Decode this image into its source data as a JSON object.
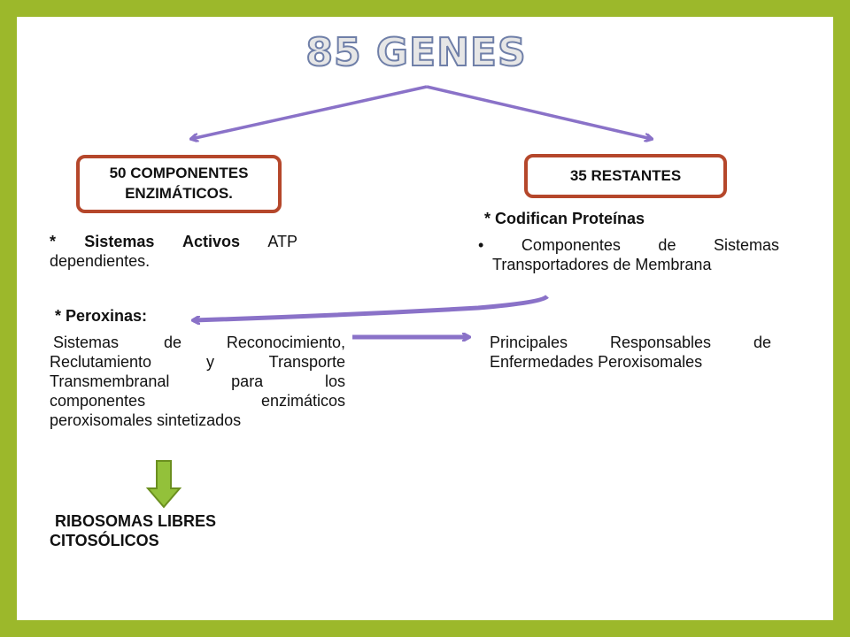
{
  "title": "85 GENES",
  "left_box": {
    "line1": "50 COMPONENTES",
    "line2": "ENZIMÁTICOS."
  },
  "right_box": {
    "label": "35 RESTANTES"
  },
  "left_column": {
    "sistemas_bold": "* Sistemas Activos",
    "sistemas_rest": " ATP",
    "sistemas_line2": "dependientes.",
    "peroxinas_title": "* Peroxinas:",
    "peroxinas_lines": [
      "Sistemas de Reconocimiento,",
      "Reclutamiento y Transporte",
      "Transmembranal para los",
      "componentes enzimáticos",
      "peroxisomales sintetizados"
    ],
    "ribosomas_line1": "RIBOSOMAS LIBRES",
    "ribosomas_line2": "CITOSÓLICOS"
  },
  "right_column": {
    "codifican": "* Codifican Proteínas",
    "bullet": "•",
    "componentes_line1": "Componentes de Sistemas",
    "componentes_line2": "Transportadores de Membrana",
    "principales_line1": "Principales Responsables de",
    "principales_line2": "Enfermedades Peroxisomales"
  },
  "colors": {
    "frame": "#9cb82b",
    "box_border": "#b5472b",
    "arrow_purple": "#8a72c8",
    "arrow_green": "#93c13a",
    "title_fill": "#e6e6e6",
    "title_outline": "#6f7fa8"
  }
}
